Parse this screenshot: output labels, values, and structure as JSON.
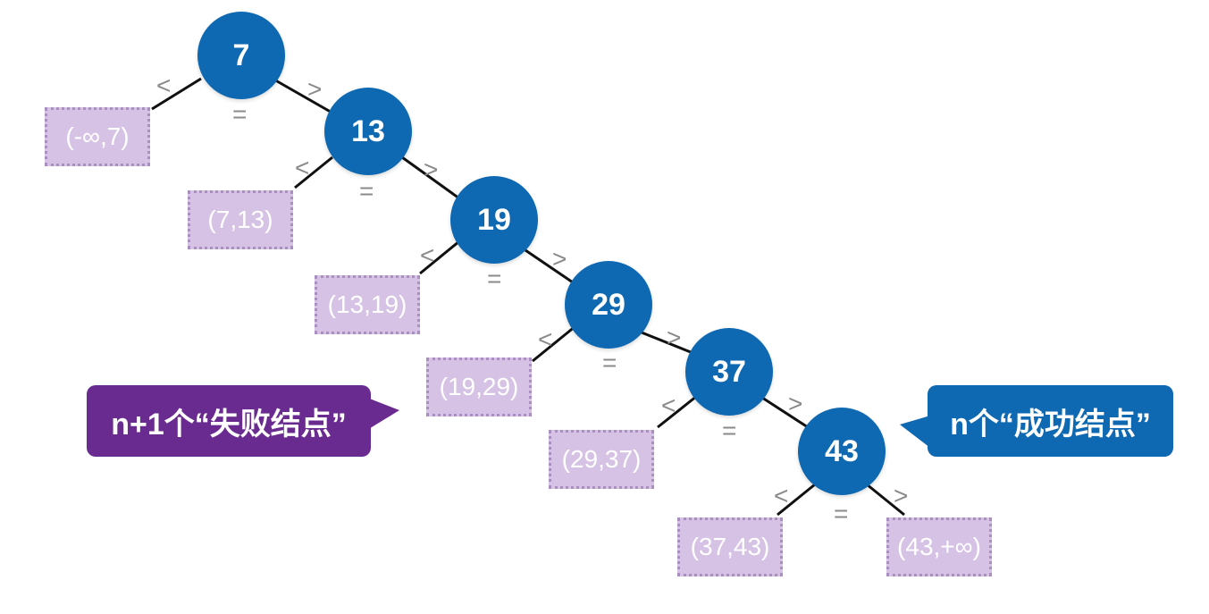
{
  "nodes": [
    "7",
    "13",
    "19",
    "29",
    "37",
    "43"
  ],
  "failure_nodes": [
    "(-∞,7)",
    "(7,13)",
    "(13,19)",
    "(19,29)",
    "(29,37)",
    "(37,43)",
    "(43,+∞)"
  ],
  "symbols": {
    "less": "<",
    "equal": "=",
    "greater": ">"
  },
  "callouts": {
    "failure": "n+1个“失败结点”",
    "success": "n个“成功结点”"
  },
  "colors": {
    "node": "#0e68b2",
    "leaf": "#d6c2e4",
    "failure_callout": "#6a2b90",
    "success_callout": "#0e68b2"
  }
}
